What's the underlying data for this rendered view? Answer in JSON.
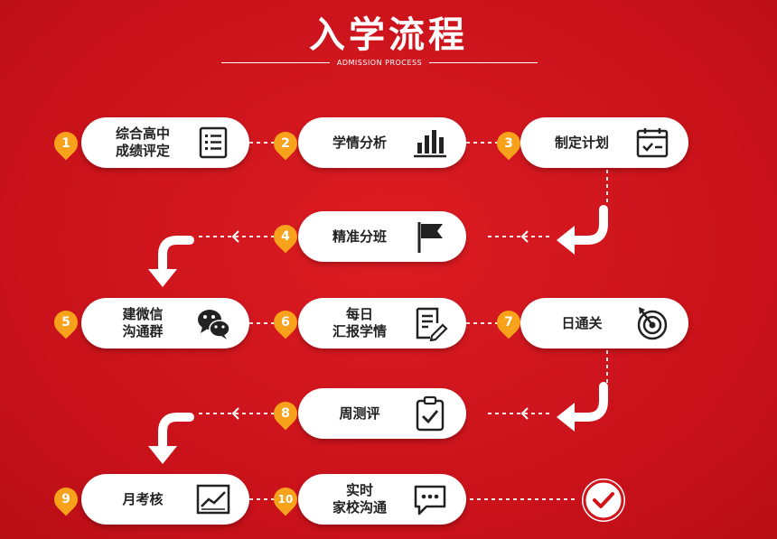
{
  "header": {
    "title": "入学流程",
    "subtitle": "ADMISSION PROCESS"
  },
  "steps": [
    {
      "num": "1",
      "label": "综合高中\n成绩评定",
      "icon": "list-icon"
    },
    {
      "num": "2",
      "label": "学情分析",
      "icon": "bar-chart-icon"
    },
    {
      "num": "3",
      "label": "制定计划",
      "icon": "calendar-check-icon"
    },
    {
      "num": "4",
      "label": "精准分班",
      "icon": "flag-icon"
    },
    {
      "num": "5",
      "label": "建微信\n沟通群",
      "icon": "wechat-icon"
    },
    {
      "num": "6",
      "label": "每日\n汇报学情",
      "icon": "document-edit-icon"
    },
    {
      "num": "7",
      "label": "日通关",
      "icon": "target-icon"
    },
    {
      "num": "8",
      "label": "周测评",
      "icon": "clipboard-check-icon"
    },
    {
      "num": "9",
      "label": "月考核",
      "icon": "line-chart-icon"
    },
    {
      "num": "10",
      "label": "实时\n家校沟通",
      "icon": "chat-bubble-icon"
    }
  ],
  "end_icon": "check-circle-icon",
  "colors": {
    "background": "#d2141a",
    "card": "#ffffff",
    "badge": "#f7a21a",
    "text": "#222222",
    "connector": "#ffffff"
  }
}
